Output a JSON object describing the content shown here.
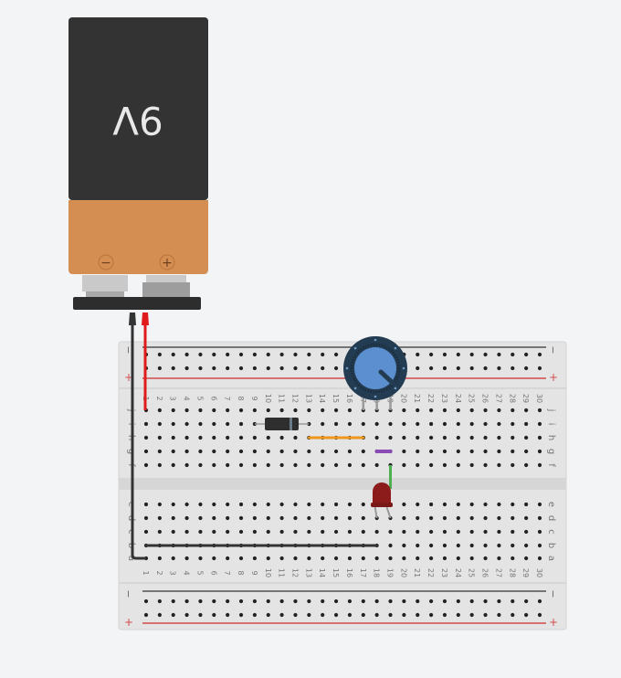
{
  "battery": {
    "label": "9V",
    "minus_symbol": "−",
    "plus_symbol": "+",
    "colors": {
      "body": "#333333",
      "cap": "#d48e52",
      "label": "#e8e8e8"
    }
  },
  "breadboard": {
    "columns": 30,
    "column_labels": [
      "1",
      "2",
      "3",
      "4",
      "5",
      "6",
      "7",
      "8",
      "9",
      "10",
      "11",
      "12",
      "13",
      "14",
      "15",
      "16",
      "17",
      "18",
      "19",
      "20",
      "21",
      "22",
      "23",
      "24",
      "25",
      "26",
      "27",
      "28",
      "29",
      "30"
    ],
    "top_rows": [
      "j",
      "i",
      "h",
      "g",
      "f"
    ],
    "bottom_rows": [
      "e",
      "d",
      "c",
      "b",
      "a"
    ],
    "rail_minus": "−",
    "rail_plus": "+",
    "colors": {
      "board": "#e3e3e3",
      "hole": "#222222",
      "rail_red": "#d24b4b",
      "rail_black": "#333333",
      "label": "#777777"
    }
  },
  "components": {
    "potentiometer": {
      "name": "potentiometer",
      "columns": [
        17,
        18,
        19
      ],
      "row": "j",
      "knob_color": "#5b8fd0",
      "ring_color": "#243c52"
    },
    "diode": {
      "name": "diode",
      "row": "i",
      "from_col": 9,
      "to_col": 13
    },
    "led": {
      "name": "red LED",
      "columns": [
        18,
        19
      ],
      "row": "e",
      "color": "#8c1c1c"
    }
  },
  "wires": [
    {
      "name": "battery-positive-wire",
      "color": "#e01b1b",
      "desc": "battery + to row j col 1"
    },
    {
      "name": "battery-negative-wire",
      "color": "#333333",
      "desc": "battery − to row a col 1"
    },
    {
      "name": "orange-wire",
      "color": "#f0961e",
      "row": "h",
      "from_col": 13,
      "to_col": 17
    },
    {
      "name": "purple-wire",
      "color": "#8a4bb4",
      "row": "g",
      "from_col": 18,
      "to_col": 19
    },
    {
      "name": "green-wire",
      "color": "#4caf50",
      "col": 19,
      "from_row": "f",
      "to_row": "led"
    },
    {
      "name": "black-wire",
      "color": "#333333",
      "row": "b",
      "from_col": 1,
      "to_col": 18
    }
  ]
}
